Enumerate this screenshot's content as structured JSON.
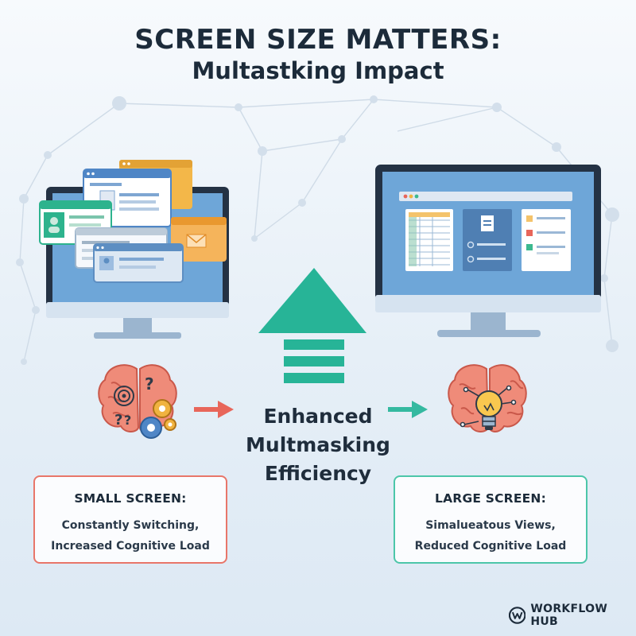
{
  "title": {
    "line1": "SCREEN SIZE MATTERS:",
    "line2": "Multastking Impact"
  },
  "center_label": [
    "Enhanced",
    "Multmasking",
    "Efficiency"
  ],
  "small_screen": {
    "title": "SMALL SCREEN:",
    "lines": [
      "Constantly Switching,",
      "Increased Cognitive Load"
    ],
    "accent": "#e8766a"
  },
  "large_screen": {
    "title": "LARGE SCREEN:",
    "lines": [
      "Simalueatous Views,",
      "Reduced Cognitive Load"
    ],
    "accent": "#4cc6a9"
  },
  "brand": {
    "name": "WORKFLOW HUB",
    "icon": "workflow-logo-icon"
  },
  "colors": {
    "arrow_up": "#27b497",
    "arrow_left": "#e8665a",
    "arrow_right": "#34b9a0",
    "brain": "#ef8b79",
    "monitor_frame": "#243244",
    "screen": "#6ea6d8"
  }
}
